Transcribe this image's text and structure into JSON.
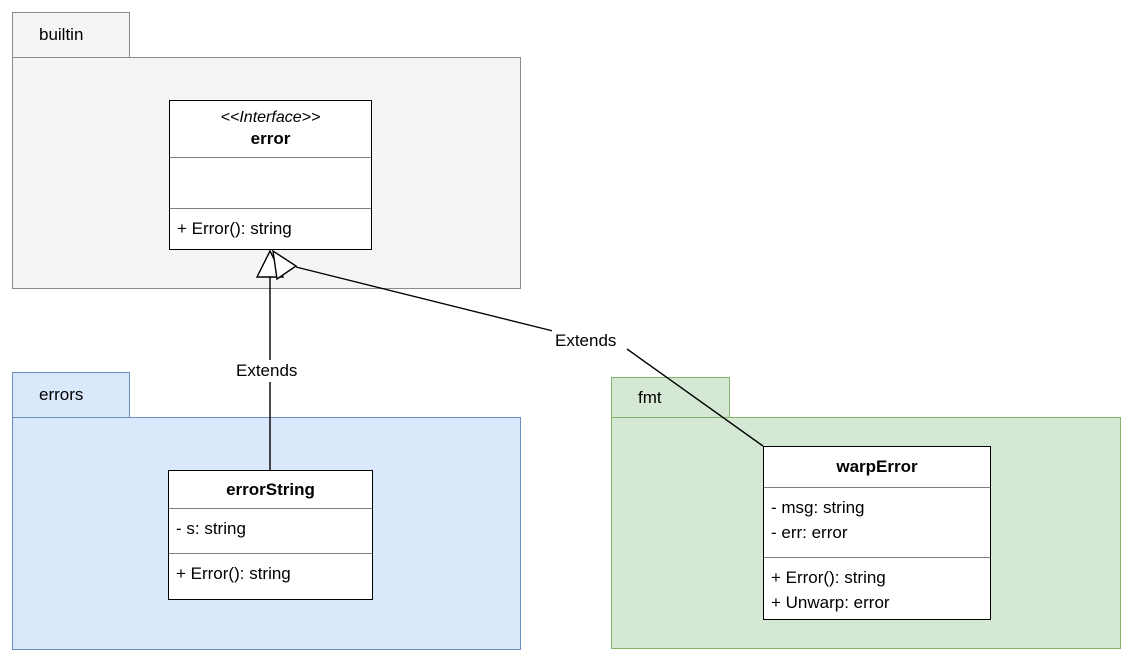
{
  "diagram": {
    "type": "uml-class-diagram",
    "background": "#ffffff",
    "packages": [
      {
        "id": "builtin",
        "label": "builtin",
        "fill": "#f5f5f5",
        "stroke": "#8a8a8a"
      },
      {
        "id": "errors",
        "label": "errors",
        "fill": "#dae8fc",
        "stroke": "#6c8ebf"
      },
      {
        "id": "fmt",
        "label": "fmt",
        "fill": "#d5e8d4",
        "stroke": "#82b366"
      }
    ],
    "classes": [
      {
        "id": "error",
        "stereotype": "<<Interface>>",
        "name": "error",
        "attributes": [],
        "methods": [
          "+ Error(): string"
        ]
      },
      {
        "id": "errorString",
        "stereotype": "",
        "name": "errorString",
        "attributes": [
          "- s: string"
        ],
        "methods": [
          "+ Error(): string"
        ]
      },
      {
        "id": "warpError",
        "stereotype": "",
        "name": "warpError",
        "attributes": [
          "- msg: string",
          "- err: error"
        ],
        "methods": [
          "+ Error(): string",
          "+ Unwarp: error"
        ]
      }
    ],
    "relations": [
      {
        "id": "errorString-extends-error",
        "label": "Extends",
        "from": "errorString",
        "to": "error",
        "arrow": "hollow-triangle"
      },
      {
        "id": "warpError-extends-error",
        "label": "Extends",
        "from": "warpError",
        "to": "error",
        "arrow": "hollow-triangle"
      }
    ]
  }
}
